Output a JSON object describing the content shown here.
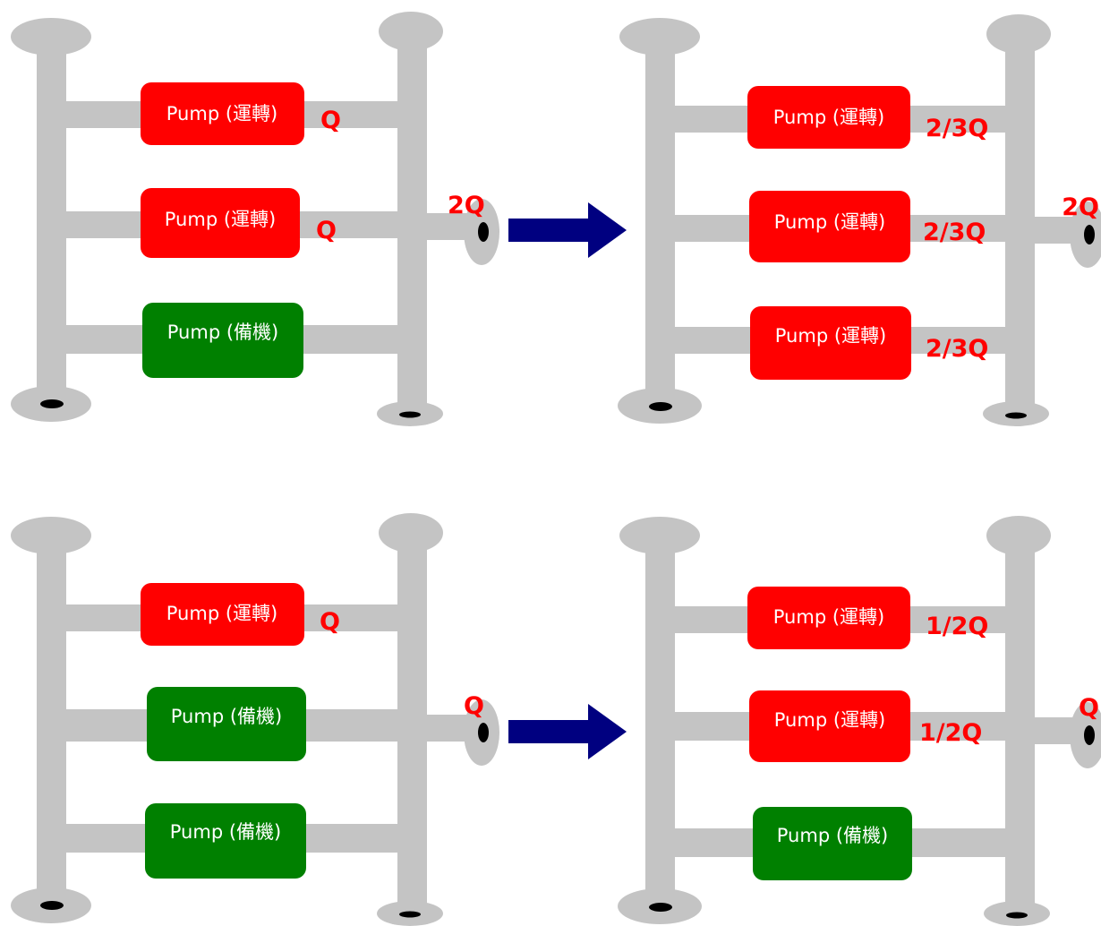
{
  "colors": {
    "pipe": "#c4c4c4",
    "running": "#ff0000",
    "standby": "#008000",
    "arrow": "#000080",
    "flow_text": "#ff0000",
    "hole": "#000000"
  },
  "labels": {
    "running": "Pump (運轉)",
    "standby": "Pump (備機)"
  },
  "scenarios": [
    {
      "before": {
        "pumps": [
          {
            "state": "running",
            "label": "Pump (運轉)",
            "flow": "Q"
          },
          {
            "state": "running",
            "label": "Pump (運轉)",
            "flow": "Q"
          },
          {
            "state": "standby",
            "label": "Pump (備機)",
            "flow": ""
          }
        ],
        "total": "2Q"
      },
      "after": {
        "pumps": [
          {
            "state": "running",
            "label": "Pump (運轉)",
            "flow": "2/3Q"
          },
          {
            "state": "running",
            "label": "Pump (運轉)",
            "flow": "2/3Q"
          },
          {
            "state": "running",
            "label": "Pump (運轉)",
            "flow": "2/3Q"
          }
        ],
        "total": "2Q"
      }
    },
    {
      "before": {
        "pumps": [
          {
            "state": "running",
            "label": "Pump (運轉)",
            "flow": "Q"
          },
          {
            "state": "standby",
            "label": "Pump (備機)",
            "flow": ""
          },
          {
            "state": "standby",
            "label": "Pump (備機)",
            "flow": ""
          }
        ],
        "total": "Q"
      },
      "after": {
        "pumps": [
          {
            "state": "running",
            "label": "Pump (運轉)",
            "flow": "1/2Q"
          },
          {
            "state": "running",
            "label": "Pump (運轉)",
            "flow": "1/2Q"
          },
          {
            "state": "standby",
            "label": "Pump (備機)",
            "flow": ""
          }
        ],
        "total": "Q"
      }
    }
  ]
}
